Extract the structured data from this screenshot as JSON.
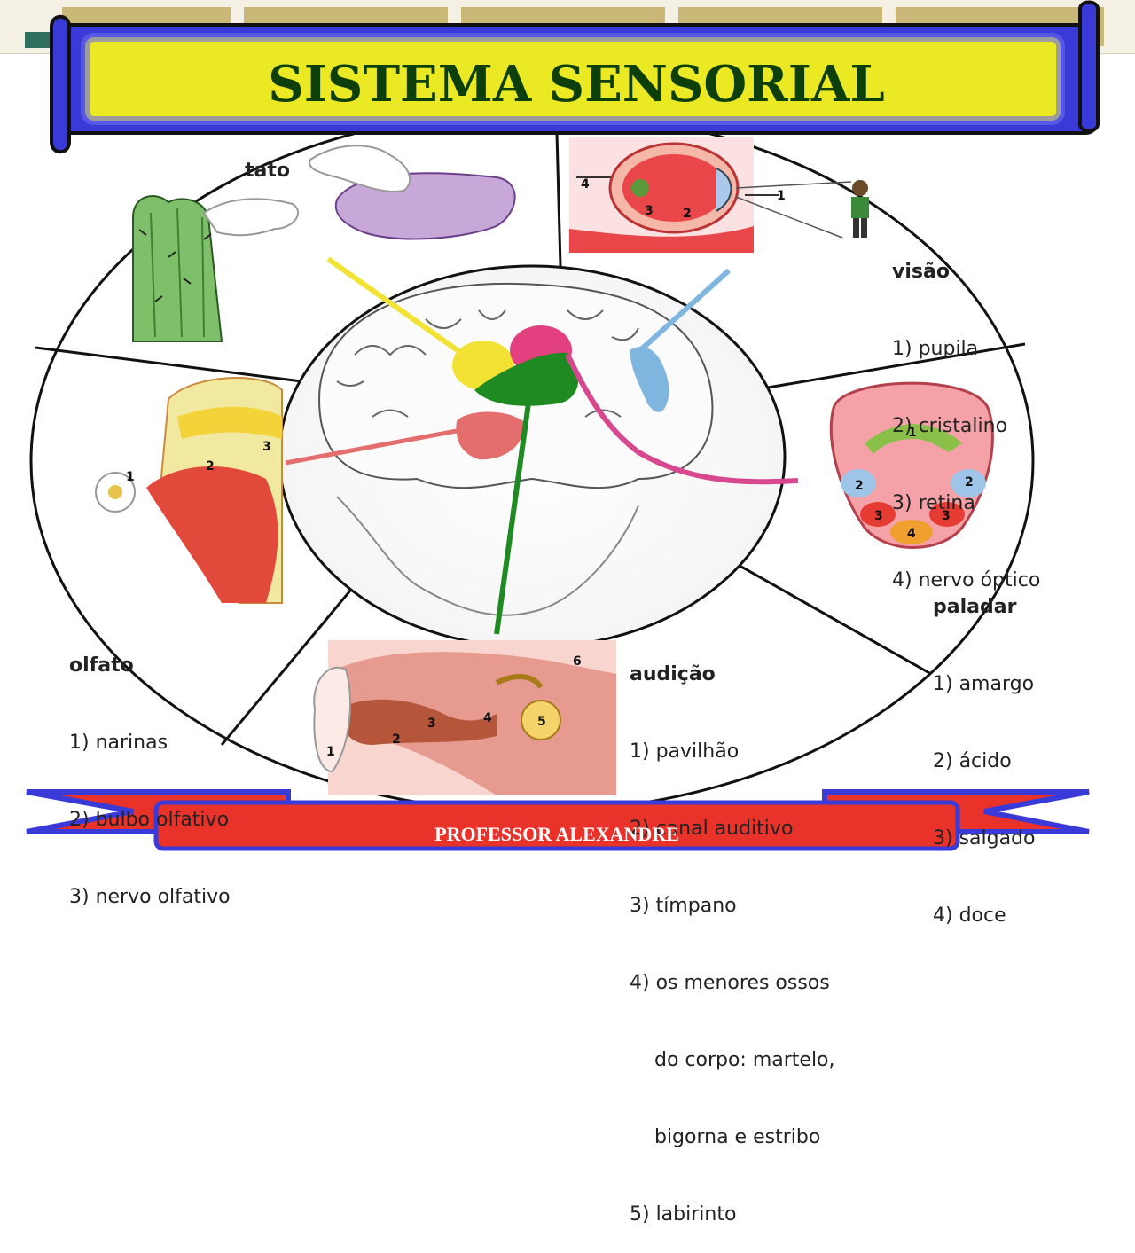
{
  "title": "SISTEMA SENSORIAL",
  "footer": "PROFESSOR ALEXANDRE",
  "senses": {
    "tato": {
      "heading": "tato",
      "items": []
    },
    "visao": {
      "heading": "visão",
      "items": [
        "1) pupila",
        "2) cristalino",
        "3) retina",
        "4) nervo óptico"
      ]
    },
    "paladar": {
      "heading": "paladar",
      "items": [
        "1) amargo",
        "2) ácido",
        "3) salgado",
        "4) doce"
      ]
    },
    "olfato": {
      "heading": "olfato",
      "items": [
        "1) narinas",
        "2) bulbo olfativo",
        "3) nervo olfativo"
      ]
    },
    "audicao": {
      "heading": "audição",
      "items": [
        "1) pavilhão",
        "2) canal auditivo",
        "3) tímpano",
        "4) os menores ossos",
        "    do corpo: martelo,",
        "    bigorna e estribo",
        "5) labirinto"
      ]
    }
  },
  "markers": {
    "eye": [
      "4",
      "3",
      "2",
      "1"
    ],
    "tongue": [
      "1",
      "2",
      "2",
      "3",
      "3",
      "4"
    ],
    "nose": [
      "1",
      "2",
      "3"
    ],
    "ear": [
      "1",
      "2",
      "3",
      "4",
      "5",
      "6"
    ]
  },
  "colors": {
    "tato": "#f2e233",
    "visao": "#7fb6e0",
    "paladar": "#e2407e",
    "olfato": "#e46e6e",
    "audicao": "#1f8a22",
    "title_text": "#0c3f0a",
    "banner_blue": "#3a3ad8",
    "banner_yellow": "#f4f21a",
    "footer_red": "#e8322a"
  }
}
